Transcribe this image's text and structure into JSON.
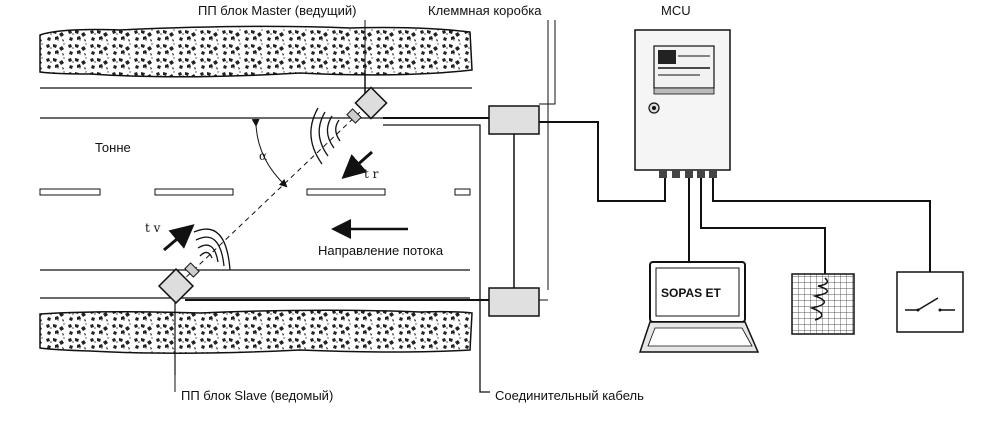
{
  "labels": {
    "master_unit": "ПП блок Master (ведущий)",
    "junction_box": "Клеммная коробка",
    "mcu": "MCU",
    "tunnel": "Тонне",
    "angle": "α",
    "tr": "t r",
    "tv": "t v",
    "flow_direction": "Направление потока",
    "software": "SOPAS ET",
    "slave_unit": "ПП блок Slave (ведомый)",
    "connection_cable": "Соединительный кабель"
  },
  "colors": {
    "line": "#111111",
    "box_fill": "#e0e0e0",
    "rock_fill": "#d9d9d9",
    "screen_fill": "#f2f2f2"
  },
  "icons": [
    "tunnel-rock-texture",
    "ultrasonic-sensor",
    "junction-box",
    "mcu-cabinet",
    "laptop",
    "chart-recorder",
    "relay-switch"
  ]
}
